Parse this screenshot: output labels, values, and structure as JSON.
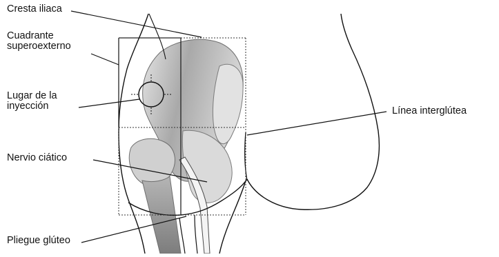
{
  "labels": {
    "cresta": "Cresta iliaca",
    "cuadrante_line1": "Cuadrante",
    "cuadrante_line2": "superoexterno",
    "lugar_line1": "Lugar de la",
    "lugar_line2": "inyección",
    "linea": "Línea interglútea",
    "nervio": "Nervio ciático",
    "pliegue": "Pliegue glúteo"
  },
  "colors": {
    "ink": "#111111",
    "bone_light": "#d6d6d6",
    "bone_dark": "#8c8c8c",
    "background": "#ffffff"
  }
}
